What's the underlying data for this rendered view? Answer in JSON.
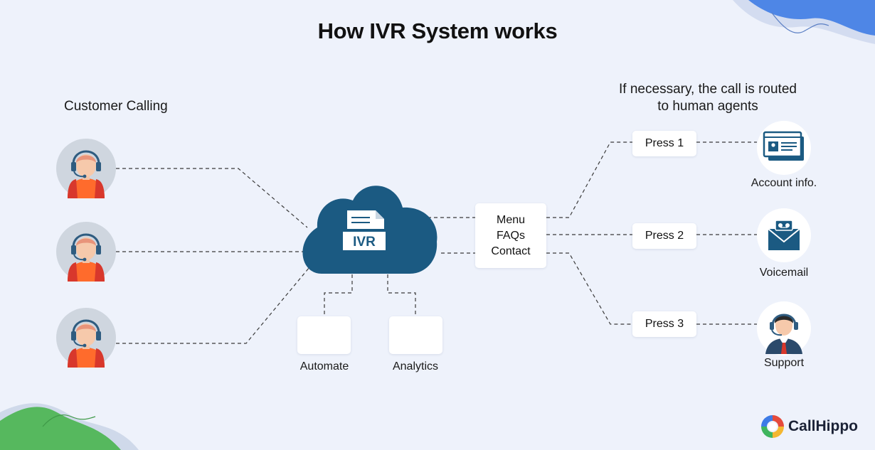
{
  "title": "How IVR System works",
  "customers_label": "Customer Calling",
  "routing_note": {
    "line1": "If necessary, the call is routed",
    "line2": "to human agents"
  },
  "ivr_label": "IVR",
  "menu_options": [
    "Menu",
    "FAQs",
    "Contact"
  ],
  "features": [
    {
      "label": "Automate",
      "icon": "chart-icon"
    },
    {
      "label": "Analytics",
      "icon": "gears-icon"
    }
  ],
  "press_options": [
    {
      "key_label": "Press 1",
      "destination": "Account info.",
      "icon": "account-card-icon"
    },
    {
      "key_label": "Press 2",
      "destination": "Voicemail",
      "icon": "voicemail-envelope-icon"
    },
    {
      "key_label": "Press 3",
      "destination": "Support",
      "icon": "support-agent-icon"
    }
  ],
  "brand": {
    "name": "CallHippo"
  },
  "colors": {
    "background": "#eef2fb",
    "cloud": "#1b5a82",
    "agent_headset": "#2f5c80",
    "agent_shirt": "#ff6b2c",
    "accent_blue": "#4e86e6",
    "accent_green": "#56b85e",
    "connector": "#3a3a3a"
  }
}
